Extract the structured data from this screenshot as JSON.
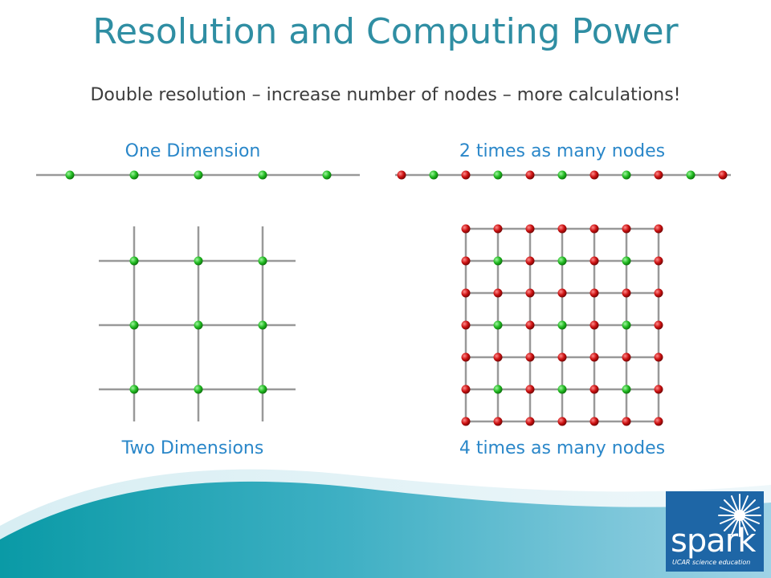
{
  "title": "Resolution and Computing Power",
  "subtitle": "Double resolution – increase number of nodes – more calculations!",
  "labels": {
    "one_dimension": "One Dimension",
    "two_times": "2 times as many nodes",
    "two_dimensions": "Two Dimensions",
    "four_times": "4 times as many nodes"
  },
  "colors": {
    "original_node": "#22bb22",
    "added_node": "#cc1111",
    "grid_line": "#999999"
  },
  "diagrams": {
    "one_d_coarse_nodes": 5,
    "one_d_fine_nodes": 11,
    "two_d_coarse_grid": 3,
    "two_d_fine_grid": 7
  },
  "logo": {
    "name": "spark",
    "tagline": "UCAR science education"
  }
}
